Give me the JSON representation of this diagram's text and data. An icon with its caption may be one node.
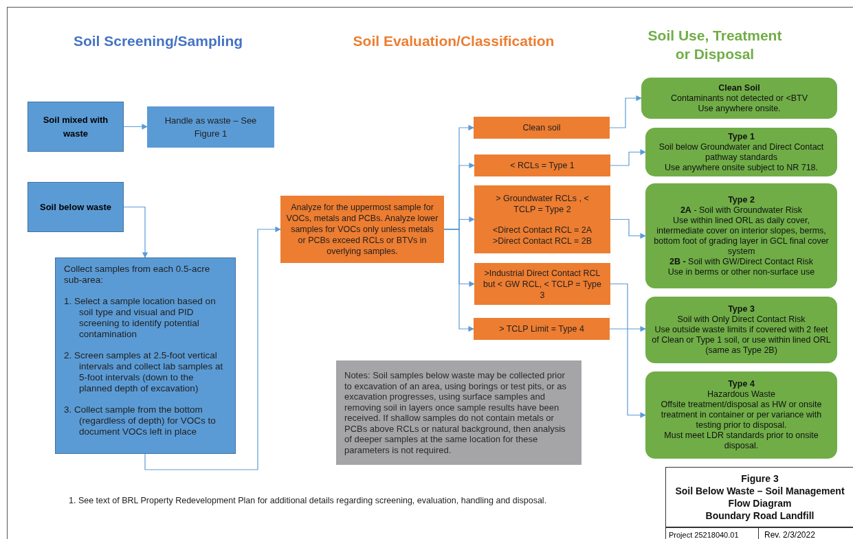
{
  "diagram": {
    "nodes": [
      {
        "text": [
          "Soil mixed with waste"
        ]
      },
      {
        "text": [
          "Handle as waste – See Figure 1"
        ]
      },
      {
        "text": [
          "Soil below waste"
        ]
      },
      {
        "text": [
          "Collect samples from each 0.5-acre sub-area:",
          "1. Select a sample location based on soil type and visual and PID screening to identify potential contamination",
          "2. Screen samples at 2.5-foot vertical intervals and collect lab samples at 5-foot intervals (down to the planned depth of excavation)",
          "3. Collect sample from the bottom (regardless of depth) for VOCs to document VOCs left in place"
        ]
      },
      {
        "text": [
          "Analyze for the uppermost sample for VOCs, metals and PCBs.  Analyze lower samples for VOCs only unless metals or PCBs exceed RCLs or  BTVs in overlying samples."
        ]
      },
      {
        "text": [
          "Clean soil"
        ]
      },
      {
        "text": [
          "< RCLs = Type 1"
        ]
      },
      {
        "text": [
          "> Groundwater RCLs , < TCLP = Type 2",
          "<Direct Contact RCL = 2A >Direct Contact RCL = 2B"
        ]
      },
      {
        "text": [
          ">Industrial Direct Contact RCL but < GW RCL, < TCLP = Type 3"
        ]
      },
      {
        "text": [
          "> TCLP Limit = Type 4"
        ]
      },
      {
        "text": [
          "Clean Soil",
          "Contaminants not detected or <BTV",
          "Use anywhere onsite."
        ]
      },
      {
        "text": [
          "Type 1",
          "Soil below Groundwater and Direct Contact pathway standards",
          "Use anywhere onsite subject to NR 718."
        ]
      },
      {
        "text": [
          "Type 2",
          "**2A** - Soil with Groundwater Risk",
          "Use within lined ORL as daily cover, intermediate cover on interior slopes, berms, bottom foot of grading layer in GCL final cover system",
          "**2B -** Soil with GW/Direct Contact Risk",
          "Use in berms or other non-surface use"
        ]
      },
      {
        "text": [
          "Type 3",
          "Soil with Only Direct Contact Risk",
          "Use outside waste limits if covered with 2 feet of Clean or Type 1 soil, or use within lined ORL (same as Type 2B)"
        ]
      },
      {
        "text": [
          "Type 4",
          "Hazardous Waste",
          "Offsite treatment/disposal as HW or onsite treatment in container or per variance with testing prior to disposal.",
          "Must meet LDR standards prior to onsite disposal."
        ]
      },
      {
        "text": [
          "Notes: Soil samples below waste may be collected prior to excavation of an area, using borings or test pits, or as excavation progresses, using surface samples and removing soil in layers once sample results have been received. If shallow samples do not contain metals or PCBs above RCLs or natural background, then analysis of deeper samples at the same location for these parameters is not required."
        ]
      },
      {
        "text": [
          "Figure 3",
          "Soil Below Waste – Soil Management Flow Diagram",
          "Boundary Road Landfill"
        ]
      }
    ],
    "edges": [
      {
        "from": 0,
        "to": 1,
        "arrow": "to"
      },
      {
        "from": 2,
        "to": 3,
        "arrow": "to"
      },
      {
        "from": 3,
        "to": 4,
        "arrow": "to"
      },
      {
        "from": 4,
        "to": 5,
        "arrow": "to"
      },
      {
        "from": 4,
        "to": 6,
        "arrow": "to"
      },
      {
        "from": 4,
        "to": 7,
        "arrow": "to"
      },
      {
        "from": 4,
        "to": 8,
        "arrow": "to"
      },
      {
        "from": 4,
        "to": 9,
        "arrow": "to"
      },
      {
        "from": 5,
        "to": 10,
        "arrow": "to"
      },
      {
        "from": 6,
        "to": 11,
        "arrow": "to"
      },
      {
        "from": 7,
        "to": 12,
        "arrow": "to"
      },
      {
        "from": 8,
        "to": 14,
        "arrow": "to"
      },
      {
        "from": 9,
        "to": 13,
        "arrow": "to"
      }
    ],
    "labels": [
      "Soil Screening/Sampling",
      "Soil Evaluation/Classification",
      "Soil Use, Treatment or Disposal",
      "1. See text of BRL Property Redevelopment Plan for additional details regarding screening, evaluation, handling and disposal.",
      "Project 25218040.01",
      "Rev. 2/3/2022"
    ]
  }
}
